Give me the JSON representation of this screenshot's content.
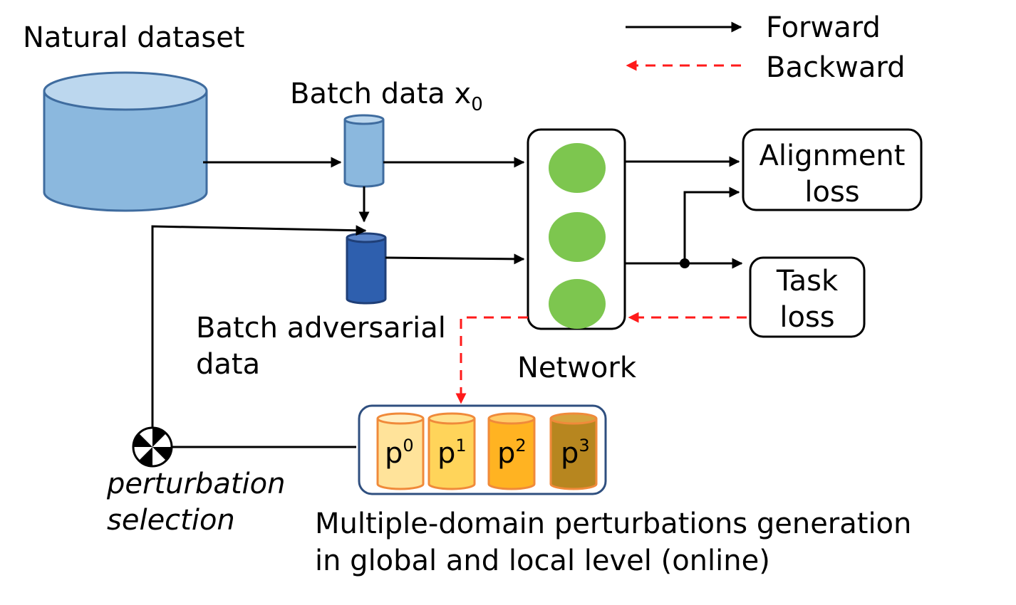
{
  "legend": {
    "forward": "Forward",
    "backward": "Backward"
  },
  "dataset": {
    "label": "Natural dataset"
  },
  "batch": {
    "label_main": "Batch data x",
    "label_sub": "0"
  },
  "adversarial": {
    "line1": "Batch adversarial",
    "line2": "data"
  },
  "network": {
    "label": "Network"
  },
  "alignment_loss": {
    "line1": "Alignment",
    "line2": "loss"
  },
  "task_loss": {
    "line1": "Task",
    "line2": "loss"
  },
  "selection": {
    "line1": "perturbation",
    "line2": "selection"
  },
  "perturbations": [
    {
      "base": "p",
      "sup": "0"
    },
    {
      "base": "p",
      "sup": "1"
    },
    {
      "base": "p",
      "sup": "2"
    },
    {
      "base": "p",
      "sup": "3"
    }
  ],
  "generation": {
    "line1": "Multiple-domain perturbations generation",
    "line2": "in global and local level (online)"
  },
  "colors": {
    "forward_arrow": "#000000",
    "backward_arrow": "#ff1a1a",
    "dataset_fill": "#8bb8de",
    "batch_fill": "#8bb8de",
    "adversarial_fill": "#2e5fae",
    "node_fill": "#7dc64f",
    "group_border": "#2f4f7f",
    "p0_fill": "#ffe39a",
    "p1_fill": "#ffd45a",
    "p2_fill": "#ffb322",
    "p3_fill": "#b7861f",
    "cylinder_stroke_orange": "#f08a3a"
  }
}
